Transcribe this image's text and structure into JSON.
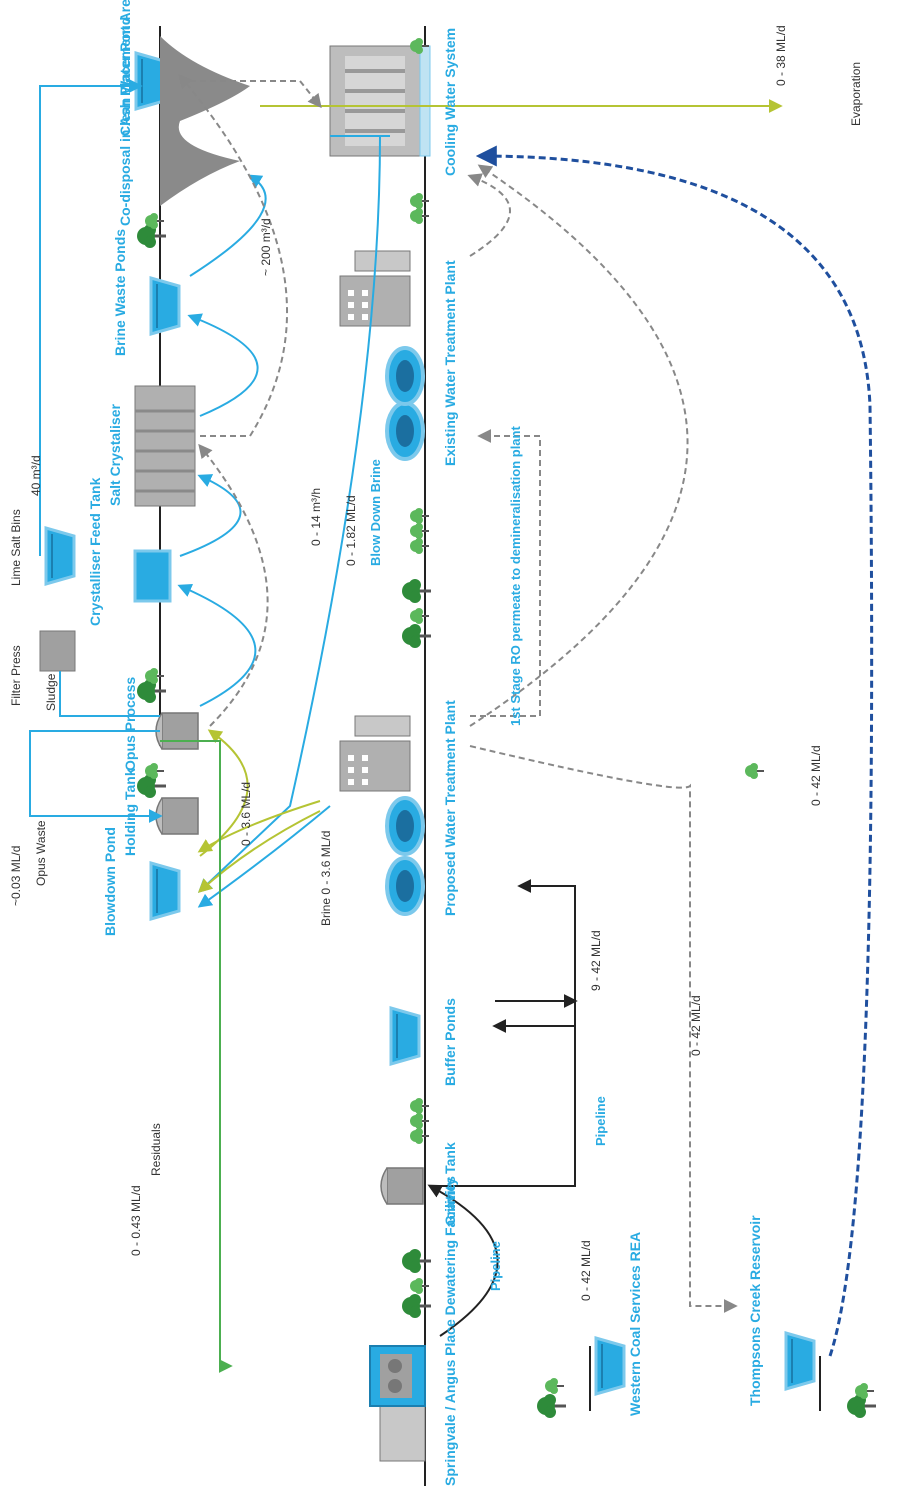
{
  "colors": {
    "blue": "#29abe2",
    "pale_blue": "#bfe3f3",
    "navy_dashed": "#1f4f9e",
    "grey": "#888888",
    "dark_grey": "#555555",
    "olive": "#b5c434",
    "green": "#4caf50",
    "tree_dark": "#2e8b3a",
    "tree_light": "#5cb85c",
    "ground": "#222222"
  },
  "facilities": {
    "springvale": "Springvale / Angus Place Dewatering Facilities",
    "thompsons": "Thompsons Creek Reservoir",
    "gravity_tank": "Gravity Tank",
    "buffer_ponds": "Buffer Ponds",
    "proposed_wtp": "Proposed Water Treatment Plant",
    "existing_wtp": "Existing Water Treatment Plant",
    "cooling": "Cooling Water System",
    "clean_pond": "Clean Water Pond",
    "western_coal": "Western Coal Services REA",
    "holding_tank": "Holding Tank",
    "blowdown_pond": "Blowdown Pond",
    "opus_process": "Opus Process",
    "crystalliser_feed": "Crystalliser Feed Tank",
    "salt_crystaliser": "Salt Crystaliser",
    "brine_ponds": "Brine Waste Ponds",
    "ash": "Co-disposal in Ash Placement Area",
    "filter_press": "Filter Press",
    "lime_salt_bins": "Lime Salt Bins"
  },
  "flows": {
    "pipeline_1": "Pipeline",
    "pipeline_2": "Pipeline",
    "flow_0_42_springvale": "0 - 42 ML/d",
    "flow_9_42": "9 - 42 ML/d",
    "flow_0_42_thompsons": "0 - 42 ML/d",
    "flow_0_42_top": "0 - 42 ML/d",
    "ro_permeate": "1st Stage RO permeate to demineralisation plant",
    "evaporation": "Evaporation",
    "flow_0_38": "0 - 38 ML/d",
    "blow_down_brine": "Blow Down Brine",
    "flow_0_182": "0 - 1.82 ML/d",
    "flow_0_14": "0 - 14 m³/h",
    "flow_200": "~ 200 m³/d",
    "flow_40": "40 m³/d",
    "brine_flow": "Brine 0 - 3.6 ML/d",
    "flow_0_36": "0 - 3.6 ML/d",
    "residuals": "Residuals",
    "flow_0_043": "0 - 0.43 ML/d",
    "opus_waste": "Opus Waste",
    "flow_003": "~0.03 ML/d",
    "sludge": "Sludge"
  }
}
